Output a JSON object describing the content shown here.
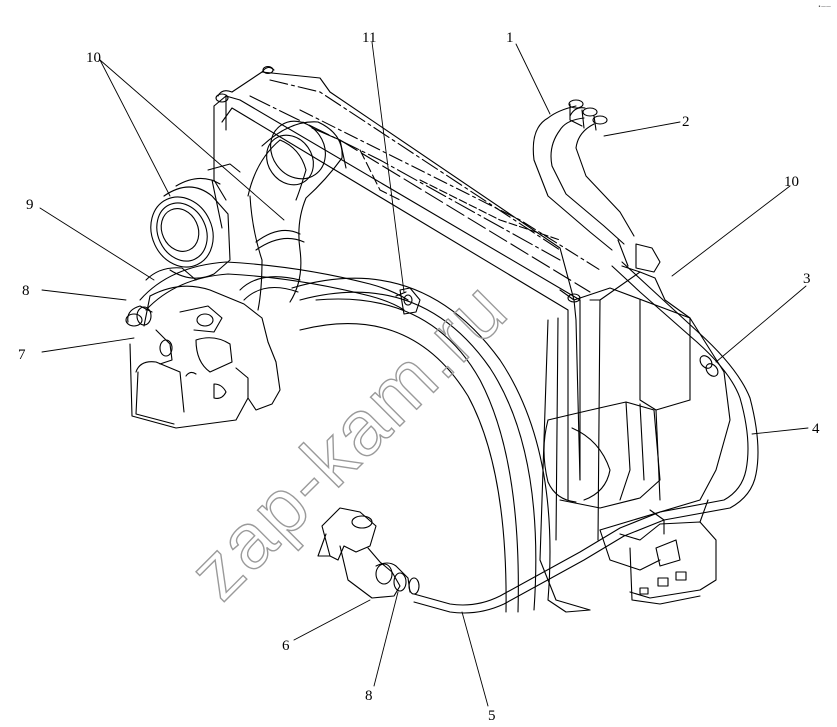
{
  "drawing": {
    "callouts": [
      {
        "id": "c1",
        "label": "1"
      },
      {
        "id": "c2",
        "label": "2"
      },
      {
        "id": "c3",
        "label": "3"
      },
      {
        "id": "c4",
        "label": "4"
      },
      {
        "id": "c5",
        "label": "5"
      },
      {
        "id": "c6",
        "label": "6"
      },
      {
        "id": "c7",
        "label": "7"
      },
      {
        "id": "c8a",
        "label": "8"
      },
      {
        "id": "c8b",
        "label": "8"
      },
      {
        "id": "c9",
        "label": "9"
      },
      {
        "id": "c10a",
        "label": "10"
      },
      {
        "id": "c10b",
        "label": "10"
      },
      {
        "id": "c11",
        "label": "11"
      }
    ],
    "watermark": "zap-kam.ru",
    "corner_mark": "•——"
  },
  "colors": {
    "line": "#000000",
    "background": "#ffffff",
    "watermark": "#9a9a9a"
  }
}
